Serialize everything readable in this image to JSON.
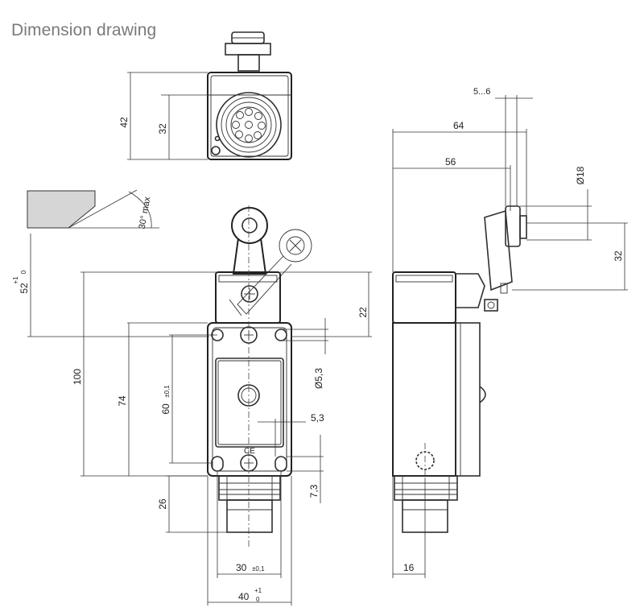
{
  "title": "Dimension drawing",
  "dimensions": {
    "top_height": "42",
    "top_inner": "32",
    "lever_angle": "30° max",
    "lever_travel_main": "52",
    "lever_travel_tol": "+1\n0",
    "overall_height": "100",
    "body_height": "74",
    "hole_spacing": "60",
    "hole_spacing_tol": "±0,1",
    "roller_offset": "22",
    "hole_diameter": "Ø5,3",
    "slot_width": "5,3",
    "hole_edge": "7,3",
    "conduit_length": "26",
    "hole_width": "30",
    "hole_width_tol": "±0,1",
    "body_width": "40",
    "body_width_tol_top": "+1",
    "body_width_tol_bot": "0",
    "side_offset": "5...6",
    "side_width_64": "64",
    "side_width_56": "56",
    "roller_diameter": "Ø18",
    "roller_height": "32",
    "side_depth": "16"
  }
}
